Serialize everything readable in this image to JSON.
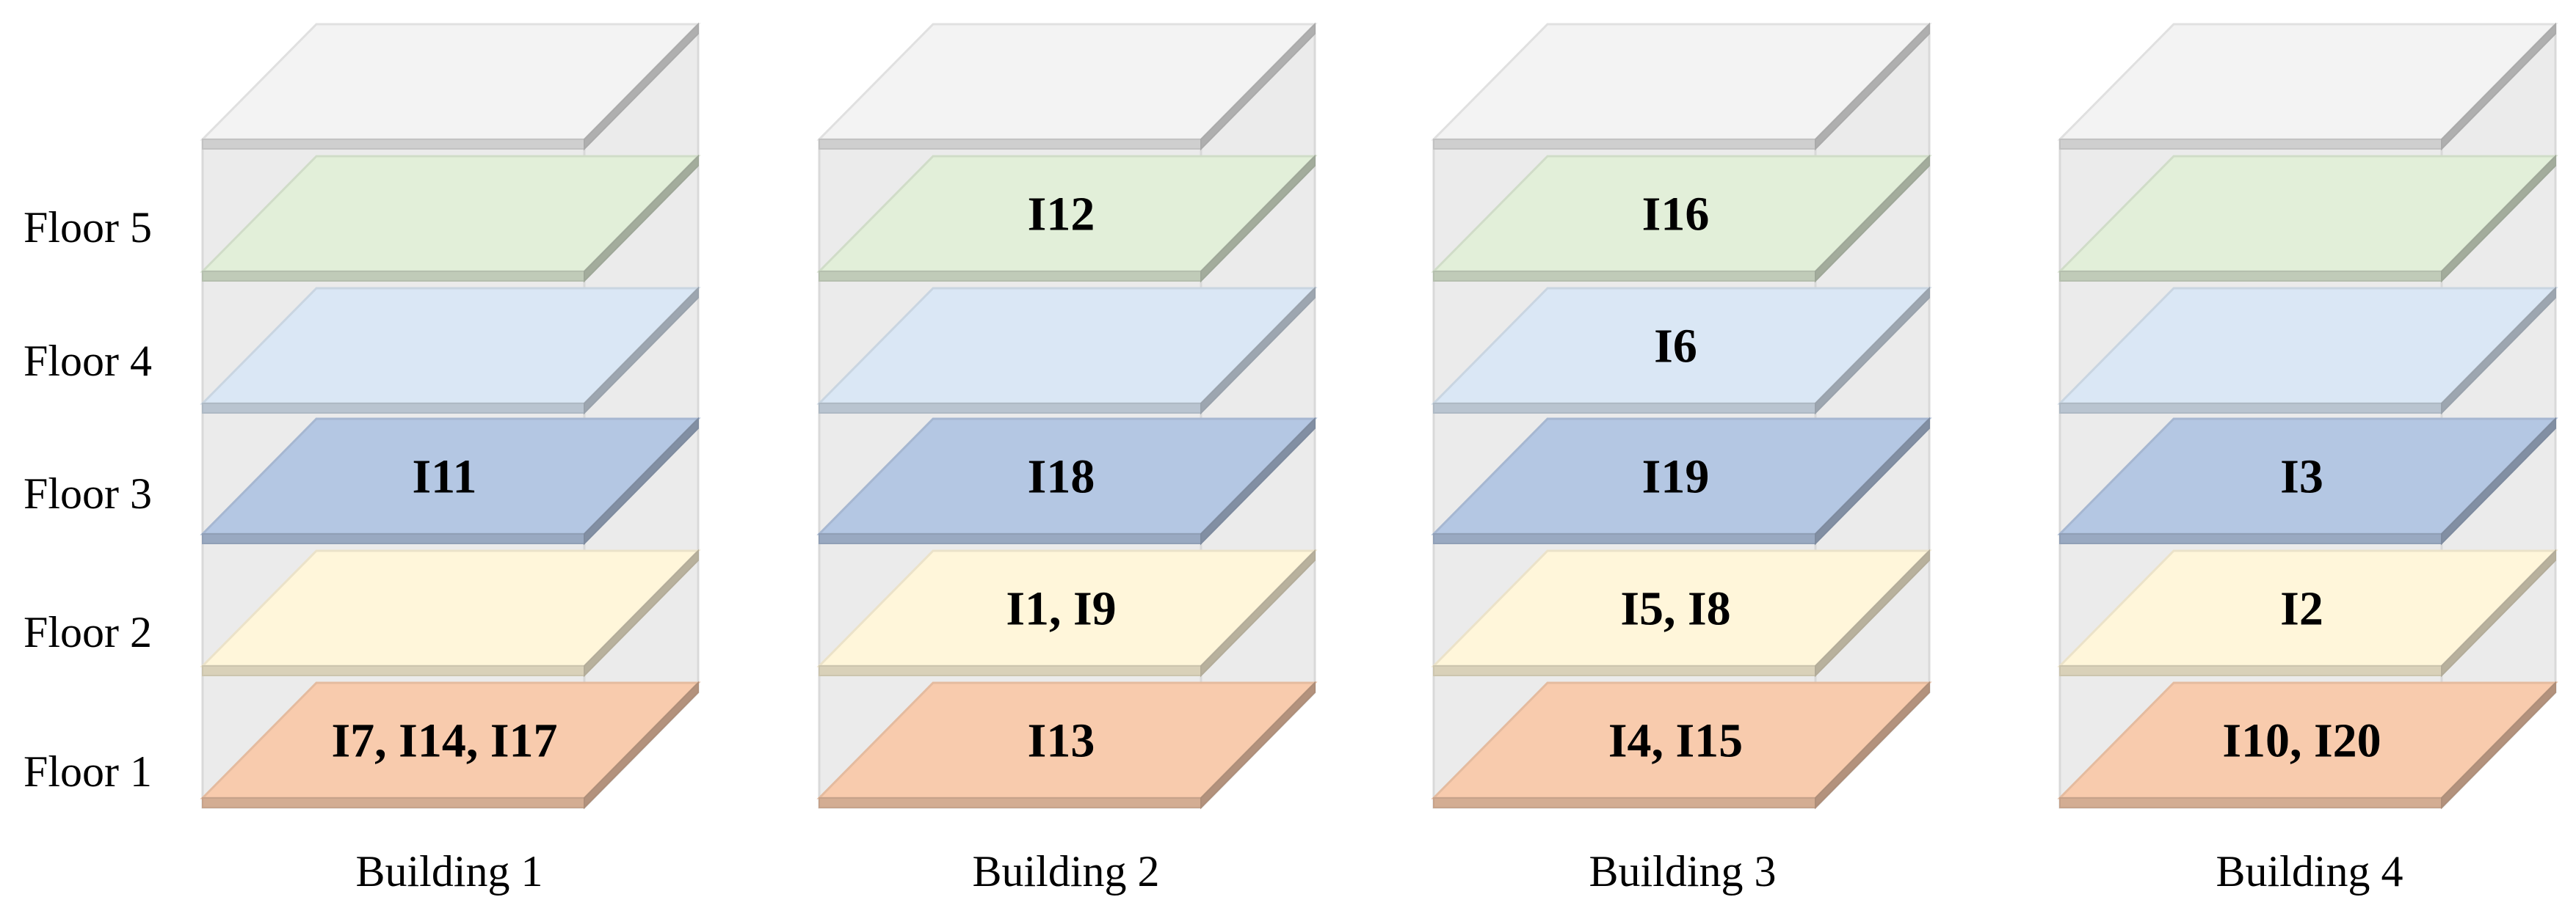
{
  "floor_labels": [
    "Floor 5",
    "Floor 4",
    "Floor 3",
    "Floor 2",
    "Floor 1"
  ],
  "colors": {
    "floor_1": "#f8cbad",
    "floor_2": "#fff6da",
    "floor_3": "#b4c7e3",
    "floor_4": "#dae7f5",
    "floor_5": "#e2efd9",
    "roof": "#f3f3f3",
    "wall": "#ebebeb"
  },
  "buildings": [
    {
      "name": "Building 1",
      "floors": {
        "floor_5": "",
        "floor_4": "",
        "floor_3": "I11",
        "floor_2": "",
        "floor_1": "I7, I14, I17"
      }
    },
    {
      "name": "Building 2",
      "floors": {
        "floor_5": "I12",
        "floor_4": "",
        "floor_3": "I18",
        "floor_2": "I1, I9",
        "floor_1": "I13"
      }
    },
    {
      "name": "Building 3",
      "floors": {
        "floor_5": "I16",
        "floor_4": "I6",
        "floor_3": "I19",
        "floor_2": "I5, I8",
        "floor_1": "I4, I15"
      }
    },
    {
      "name": "Building 4",
      "floors": {
        "floor_5": "",
        "floor_4": "",
        "floor_3": "I3",
        "floor_2": "I2",
        "floor_1": "I10, I20"
      }
    }
  ]
}
